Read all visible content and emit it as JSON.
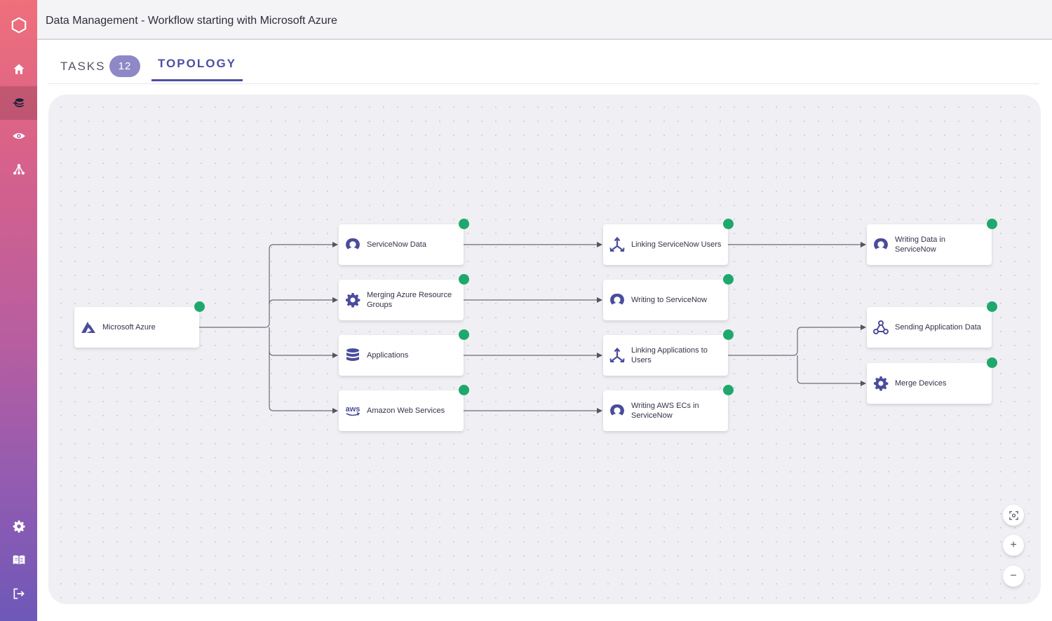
{
  "window_title": "Data Management - Workflow starting with Microsoft Azure",
  "tabs": [
    {
      "label": "TASKS",
      "badge": "12"
    },
    {
      "label": "TOPOLOGY"
    }
  ],
  "sidebar": {
    "items": [
      {
        "icon": "logo-hexagon-icon"
      },
      {
        "icon": "home-icon"
      },
      {
        "icon": "data-stack-icon",
        "active": true
      },
      {
        "icon": "eye-icon"
      },
      {
        "icon": "topology-icon"
      },
      {
        "icon": "gear-icon"
      },
      {
        "icon": "book-icon"
      },
      {
        "icon": "logout-icon"
      }
    ]
  },
  "nodes": [
    {
      "id": "azure",
      "label": "Microsoft Azure",
      "icon": "azure-icon",
      "status": "success"
    },
    {
      "id": "sn-data",
      "label": "ServiceNow Data",
      "icon": "servicenow-icon",
      "status": "success"
    },
    {
      "id": "merge-azure",
      "label": "Merging Azure Resource Groups",
      "icon": "gear-icon",
      "status": "success"
    },
    {
      "id": "applications",
      "label": "Applications",
      "icon": "database-icon",
      "status": "success"
    },
    {
      "id": "aws",
      "label": "Amazon Web Services",
      "icon": "aws-icon",
      "status": "success"
    },
    {
      "id": "link-sn-users",
      "label": "Linking ServiceNow Users",
      "icon": "merge-icon",
      "status": "success"
    },
    {
      "id": "write-sn",
      "label": "Writing to ServiceNow",
      "icon": "servicenow-icon",
      "status": "success"
    },
    {
      "id": "link-apps",
      "label": "Linking Applications to Users",
      "icon": "merge-icon",
      "status": "success"
    },
    {
      "id": "write-aws",
      "label": "Writing AWS ECs in ServiceNow",
      "icon": "servicenow-icon",
      "status": "success"
    },
    {
      "id": "write-data-sn",
      "label": "Writing Data in ServiceNow",
      "icon": "servicenow-icon",
      "status": "success"
    },
    {
      "id": "send-app",
      "label": "Sending Application Data",
      "icon": "webhook-icon",
      "status": "success"
    },
    {
      "id": "merge-devices",
      "label": "Merge Devices",
      "icon": "gear-icon",
      "status": "success"
    }
  ],
  "colors": {
    "accent": "#4f4ea3",
    "status_success": "#1fa86d",
    "badge": "#8e88c6",
    "icon": "#4a4c9c"
  },
  "zoom_controls": [
    {
      "icon": "fit-view-icon"
    },
    {
      "icon": "zoom-in-icon",
      "label": "+"
    },
    {
      "icon": "zoom-out-icon",
      "label": "−"
    }
  ]
}
